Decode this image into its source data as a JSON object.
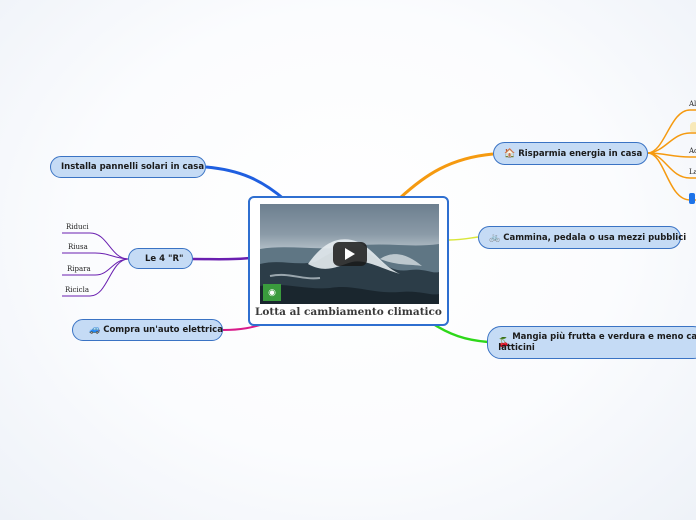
{
  "central": {
    "title": "Lotta al cambiamento climatico",
    "badge_icon": "sdg-13-icon",
    "play_icon": "play-icon"
  },
  "nodes": {
    "pannelli": {
      "label": "Installa pannelli solari in casa"
    },
    "quattro_r": {
      "label": "Le 4 \"R\""
    },
    "auto": {
      "icon": "🚙",
      "label": "Compra un'auto elettrica"
    },
    "energia": {
      "icon": "🏠",
      "label": "Risparmia energia in casa"
    },
    "cammina": {
      "icon": "🚲",
      "label": "Cammina, pedala o usa mezzi pubblici"
    },
    "mangia": {
      "icon": "🍒",
      "label_line1": "Mangia più frutta e verdura e meno carne e",
      "label_line2": "latticini"
    }
  },
  "leaves_4r": [
    "Riduci",
    "Riusa",
    "Ripara",
    "Ricicla"
  ],
  "leaves_energia": [
    "Al",
    "Ac",
    "La"
  ],
  "colors": {
    "branch_blue": "#1f5fe0",
    "branch_purple": "#6a1fb0",
    "branch_pink": "#d81b8a",
    "branch_orange": "#f59a10",
    "branch_yellow": "#d9e63a",
    "branch_green": "#2ed81a",
    "node_fill": "#c5dbf5",
    "node_border": "#3a73c4"
  }
}
